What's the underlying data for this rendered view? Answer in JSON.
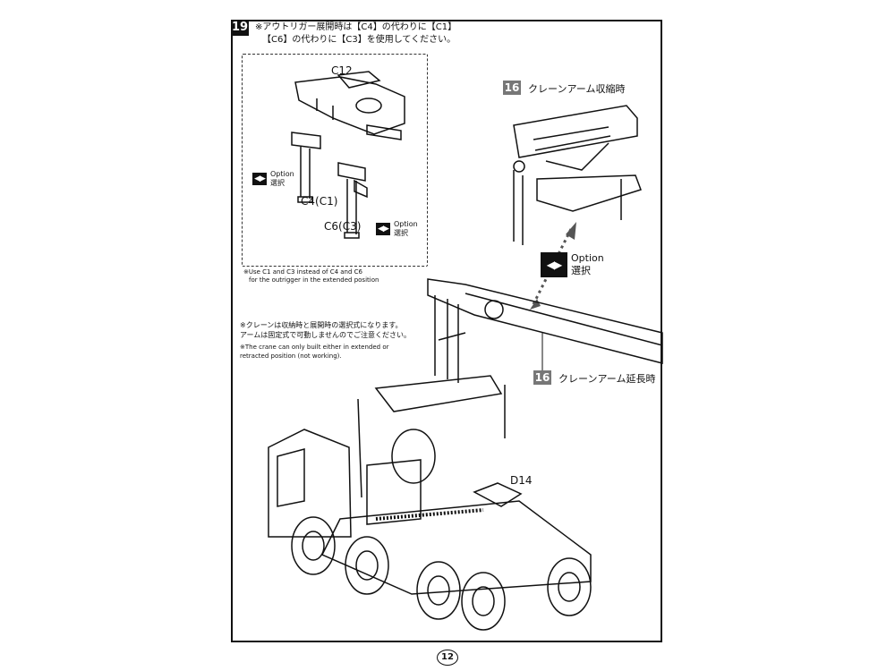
{
  "step": {
    "number": "19",
    "note_line1": "※アウトリガー展開時は【C4】の代わりに【C1】",
    "note_line2": "【C6】の代わりに【C3】を使用してください。"
  },
  "parts": {
    "c12": "C12",
    "c4": "C4(C1)",
    "c6": "C6(C3)",
    "d14": "D14"
  },
  "option": {
    "icon": "◀▶",
    "label_en": "Option",
    "label_jp": "選択"
  },
  "outrigger_note": {
    "line1": "※Use C1 and C3 instead of C4 and C6",
    "line2": "for the outrigger in the extended position"
  },
  "crane_note": {
    "jp_line1": "※クレーンは収納時と展開時の選択式になります。",
    "jp_line2": "アームは固定式で可動しませんのでご注意ください。",
    "en_line1": "※The crane can only built either in extended or",
    "en_line2": "retracted position (not working)."
  },
  "substeps": {
    "retracted_no": "16",
    "retracted_label": "クレーンアーム収縮時",
    "extended_no": "16",
    "extended_label": "クレーンアーム延長時"
  },
  "page": {
    "number": "12"
  },
  "icons": [
    "option-select-icon",
    "dashed-arrow-icon"
  ]
}
